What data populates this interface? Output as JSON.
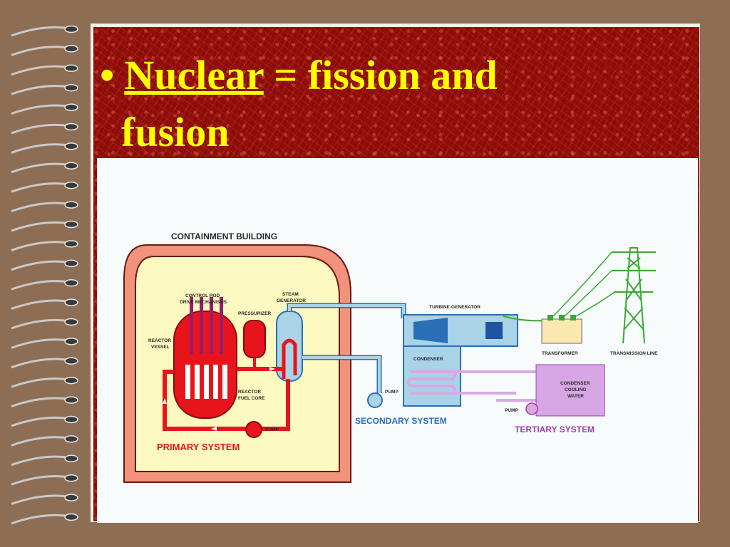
{
  "slide": {
    "bullet": "•",
    "title_underlined": "Nuclear",
    "title_rest": " = fission and",
    "title_line2": "fusion"
  },
  "diagram": {
    "containment_building": "CONTAINMENT BUILDING",
    "control_rod_1": "CONTROL ROD",
    "control_rod_2": "DRIVE MECHANISMS",
    "steam_1": "STEAM",
    "steam_2": "GENERATOR",
    "pressurizer": "PRESSURIZER",
    "reactor_vessel_1": "REACTOR",
    "reactor_vessel_2": "VESSEL",
    "fuel_core_1": "REACTOR",
    "fuel_core_2": "FUEL CORE",
    "primary_pump": "PUMP",
    "primary_system": "PRIMARY SYSTEM",
    "turbine_generator": "TURBINE-GENERATOR",
    "condenser": "CONDENSER",
    "secondary_pump": "PUMP",
    "secondary_system": "SECONDARY SYSTEM",
    "transformer": "TRANSFORMER",
    "transmission_line": "TRANSMISSION LINE",
    "cooling_1": "CONDENSER",
    "cooling_2": "COOLING",
    "cooling_3": "WATER",
    "tertiary_pump": "PUMP",
    "tertiary_system": "TERTIARY SYSTEM"
  },
  "colors": {
    "title": "#ffff00",
    "primary": "#e8141c",
    "secondary": "#2a6fb8",
    "tertiary": "#9a3fa8",
    "containment": "#f1937c",
    "tower": "#3aa832"
  }
}
